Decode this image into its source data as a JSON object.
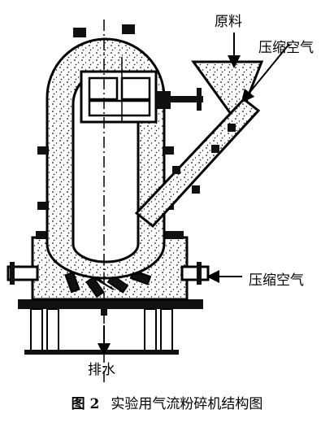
{
  "labels": {
    "raw_material": "原料",
    "compressed_air_top": "压缩空气",
    "compressed_air_right": "压缩空气",
    "drain": "排水"
  },
  "caption": {
    "figure_number": "图 2",
    "title": "实验用气流粉碎机结构图"
  }
}
